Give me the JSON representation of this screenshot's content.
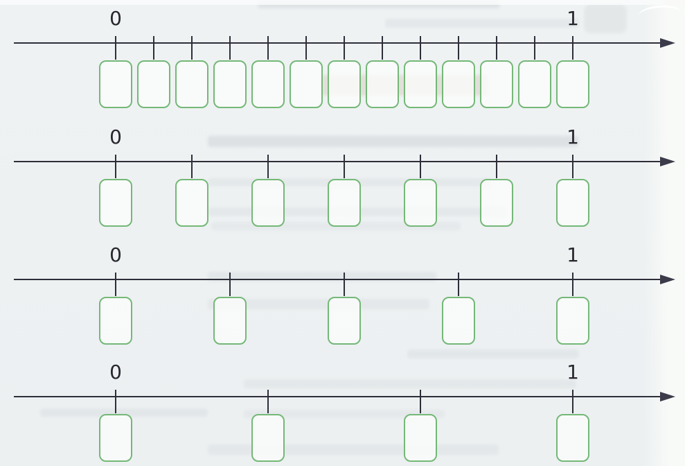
{
  "page": {
    "zero_label": "0",
    "one_label": "1"
  },
  "colors": {
    "background": "#edf1f2",
    "axis": "#2e2e39",
    "box_border": "#74b877",
    "label": "#26262c"
  },
  "number_lines": [
    {
      "start_label": "0",
      "end_label": "1",
      "divisions": 12,
      "tick_count": 13,
      "box_count": 13,
      "box_values": [
        "",
        "",
        "",
        "",
        "",
        "",
        "",
        "",
        "",
        "",
        "",
        "",
        ""
      ]
    },
    {
      "start_label": "0",
      "end_label": "1",
      "divisions": 6,
      "tick_count": 7,
      "box_count": 7,
      "box_values": [
        "",
        "",
        "",
        "",
        "",
        "",
        ""
      ]
    },
    {
      "start_label": "0",
      "end_label": "1",
      "divisions": 4,
      "tick_count": 5,
      "box_count": 5,
      "box_values": [
        "",
        "",
        "",
        "",
        ""
      ]
    },
    {
      "start_label": "0",
      "end_label": "1",
      "divisions": 3,
      "tick_count": 4,
      "box_count": 4,
      "box_values": [
        "",
        "",
        "",
        ""
      ]
    }
  ]
}
